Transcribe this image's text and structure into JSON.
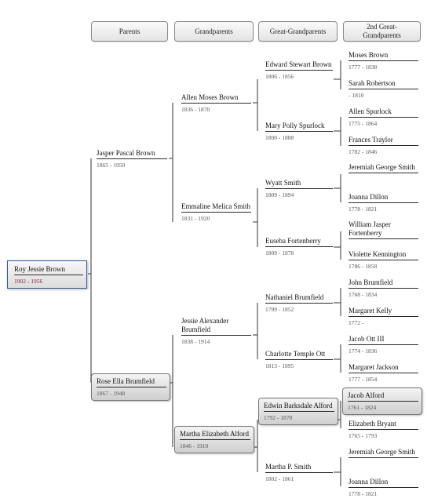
{
  "headers": {
    "parents": "Parents",
    "grandparents": "Grandparents",
    "great_grandparents": "Great-Grandparents",
    "second_great_grandparents": "2nd Great-\nGrandparents"
  },
  "root": {
    "name": "Roy Jessie Brown",
    "dates": "1902 - 1956"
  },
  "parents": [
    {
      "name": "Jasper Pascal Brown",
      "dates": "1865 - 1950"
    },
    {
      "name": "Rose Ella Brumfield",
      "dates": "1867 - 1948"
    }
  ],
  "grandparents": [
    {
      "name": "Allen Moses Brown",
      "dates": "1836 - 1870"
    },
    {
      "name": "Emmaline Melica Smith",
      "dates": "1831 - 1920"
    },
    {
      "name": "Jessie Alexander Brumfield",
      "dates": "1838 - 1914"
    },
    {
      "name": "Martha Elizabeth Alford",
      "dates": "1846 - 1910"
    }
  ],
  "great_grandparents": [
    {
      "name": "Edward Stewart Brown",
      "dates": "1806 - 1856"
    },
    {
      "name": "Mary Polly Spurlock",
      "dates": "1800 - 1888"
    },
    {
      "name": "Wyatt Smith",
      "dates": "1809 - 1894"
    },
    {
      "name": "Euseba Fortenberry",
      "dates": "1809 - 1878"
    },
    {
      "name": "Nathaniel Brumfield",
      "dates": "1799 - 1852"
    },
    {
      "name": "Charlotte Temple Ott",
      "dates": "1813 - 1895"
    },
    {
      "name": "Edwin Barksdale Alford",
      "dates": "1792 - 1878"
    },
    {
      "name": "Martha P. Smith",
      "dates": "1802 - 1861"
    }
  ],
  "second_great_grandparents": [
    {
      "name": "Moses Brown",
      "dates": "1777 - 1838"
    },
    {
      "name": "Sarah Robertson",
      "dates": "- 1810"
    },
    {
      "name": "Allen Spurlock",
      "dates": "1775 - 1864"
    },
    {
      "name": "Frances Traylor",
      "dates": "1782 - 1846"
    },
    {
      "name": "Jeremiah George Smith",
      "dates": ""
    },
    {
      "name": "Joanna Dillon",
      "dates": "1778 - 1821"
    },
    {
      "name": "William Jasper Fortenberry",
      "dates": ""
    },
    {
      "name": "Violette Kennington",
      "dates": "1786 - 1858"
    },
    {
      "name": "John Brumfield",
      "dates": "1768 - 1834"
    },
    {
      "name": "Margaret Kelly",
      "dates": "1772 -"
    },
    {
      "name": "Jacob Ott III",
      "dates": "1774 - 1836"
    },
    {
      "name": "Margaret Jackson",
      "dates": "1777 - 1854"
    },
    {
      "name": "Jacob Alford",
      "dates": "1761 - 1824"
    },
    {
      "name": "Elizabeth Bryant",
      "dates": "1765 - 1793"
    },
    {
      "name": "Jeremiah George Smith",
      "dates": ""
    },
    {
      "name": "Joanna Dillon",
      "dates": "1778 - 1821"
    }
  ]
}
